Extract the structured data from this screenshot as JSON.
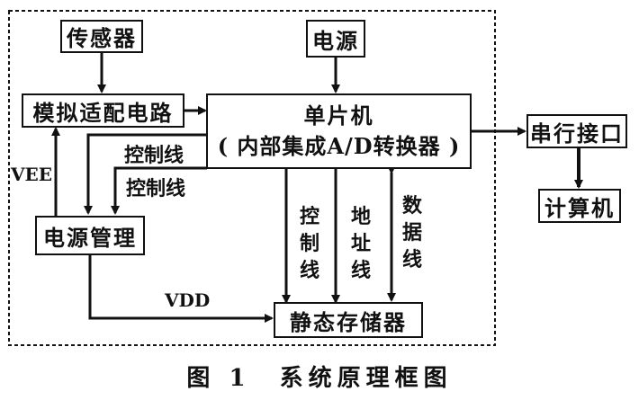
{
  "figure": {
    "caption": "图 1　系统原理框图"
  },
  "blocks": {
    "sensor": "传感器",
    "power": "电源",
    "analog_circuit": "模拟适配电路",
    "mcu_line1": "单片机",
    "mcu_line2": "( 内部集成A/D转换器 )",
    "power_mgmt": "电源管理",
    "sram": "静态存储器",
    "serial": "串行接口",
    "computer": "计算机"
  },
  "labels": {
    "control_line_1": "控制线",
    "control_line_2": "控制线",
    "vee": "VEE",
    "vdd": "VDD",
    "bus_control": "控制线",
    "bus_address": "地址线",
    "bus_data": "数据线"
  }
}
